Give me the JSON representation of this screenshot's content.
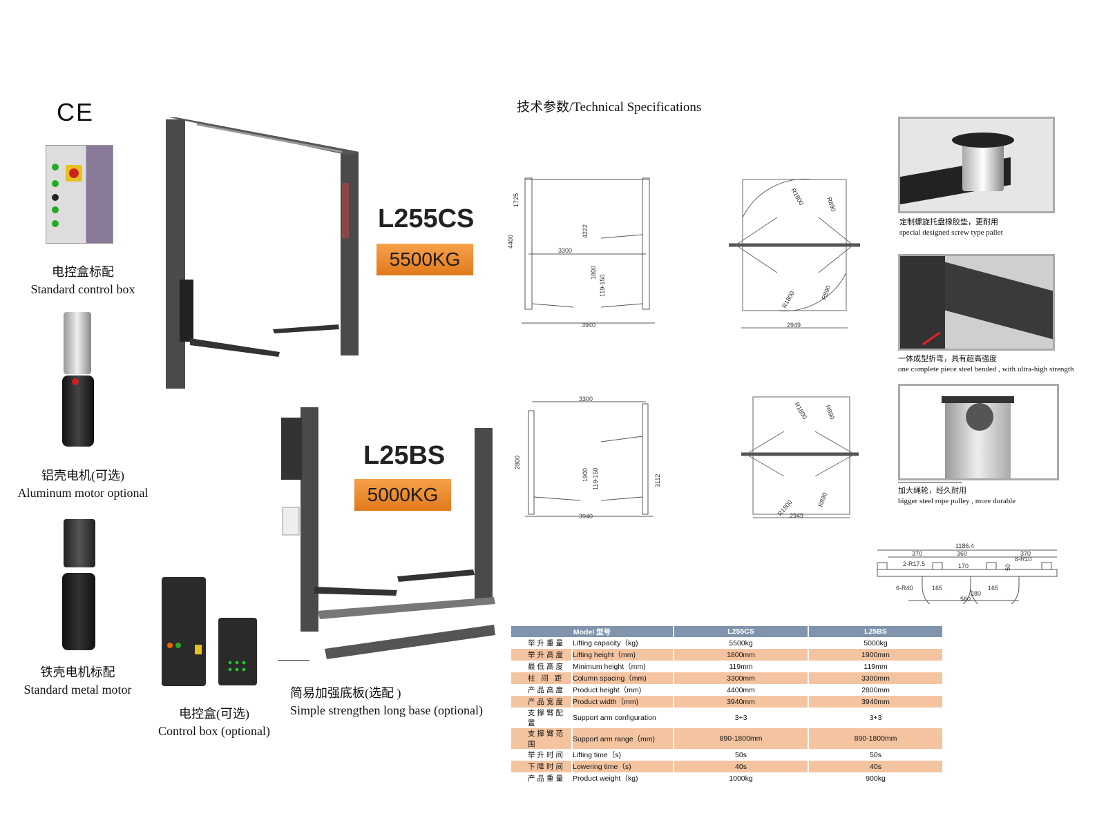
{
  "ce_mark": "CE",
  "left_items": [
    {
      "zh": "电控盒标配",
      "en": "Standard control box"
    },
    {
      "zh": "铝壳电机(可选)",
      "en": "Aluminum motor optional"
    },
    {
      "zh": "铁壳电机标配",
      "en": "Standard metal motor"
    }
  ],
  "control_box_optional": {
    "zh": "电控盒(可选)",
    "en": "Control box (optional)"
  },
  "long_base": {
    "zh": "简易加强底板(选配 )",
    "en": "Simple strengthen long base (optional)"
  },
  "products": [
    {
      "model": "L255CS",
      "capacity": "5500KG"
    },
    {
      "model": "L25BS",
      "capacity": "5000KG"
    }
  ],
  "spec_title": "技术参数/Technical Specifications",
  "drawings": {
    "l255cs_front": [
      "1725",
      "4400",
      "4222",
      "3300",
      "1800",
      "119-150",
      "3940"
    ],
    "l255cs_top": [
      "R1800",
      "R890",
      "R1800",
      "R890",
      "2949"
    ],
    "l25bs_front": [
      "3300",
      "2800",
      "1900",
      "119-150",
      "3112",
      "3940"
    ],
    "l25bs_top": [
      "R1800",
      "R890",
      "R1800",
      "R890",
      "2949"
    ],
    "base": [
      "1186.4",
      "370",
      "360",
      "370",
      "8-R10",
      "2-R17.5",
      "170",
      "50",
      "6-R40",
      "165",
      "280",
      "165",
      "560"
    ]
  },
  "features": [
    {
      "zh": "定制螺旋托盘橡胶垫，更耐用",
      "en": "special designed screw type pallet"
    },
    {
      "zh": "一体成型折弯，具有超高强度",
      "en": "one complete piece steel bended , with ultra-high strength"
    },
    {
      "zh": "加大绳轮，经久耐用",
      "en": "bigger steel rope pulley , more durable"
    }
  ],
  "table": {
    "headers": [
      "Model 型号",
      "L255CS",
      "L25BS"
    ],
    "rows": [
      {
        "zh": "举升重量",
        "en": "Lifting capacity（kg)",
        "a": "5500kg",
        "b": "5000kg"
      },
      {
        "zh": "举升高度",
        "en": "Lifting height（mm)",
        "a": "1800mm",
        "b": "1900mm"
      },
      {
        "zh": "最低高度",
        "en": "Minimum height（mm)",
        "a": "119mm",
        "b": "119mm"
      },
      {
        "zh": "柱 间 距",
        "en": "Column spacing（mm)",
        "a": "3300mm",
        "b": "3300mm"
      },
      {
        "zh": "产品高度",
        "en": "Product height（mm)",
        "a": "4400mm",
        "b": "2800mm"
      },
      {
        "zh": "产品宽度",
        "en": "Product width（mm)",
        "a": "3940mm",
        "b": "3940mm"
      },
      {
        "zh": "支撑臂配置",
        "en": "Support arm configuration",
        "a": "3+3",
        "b": "3+3"
      },
      {
        "zh": "支撑臂范围",
        "en": "Support arm range（mm)",
        "a": "890-1800mm",
        "b": "890-1800mm"
      },
      {
        "zh": "举升时间",
        "en": "Lifting time（s)",
        "a": "50s",
        "b": "50s"
      },
      {
        "zh": "下降时间",
        "en": "Lowering time（s)",
        "a": "40s",
        "b": "40s"
      },
      {
        "zh": "产品重量",
        "en": "Product weight（kg)",
        "a": "1000kg",
        "b": "900kg"
      }
    ]
  }
}
